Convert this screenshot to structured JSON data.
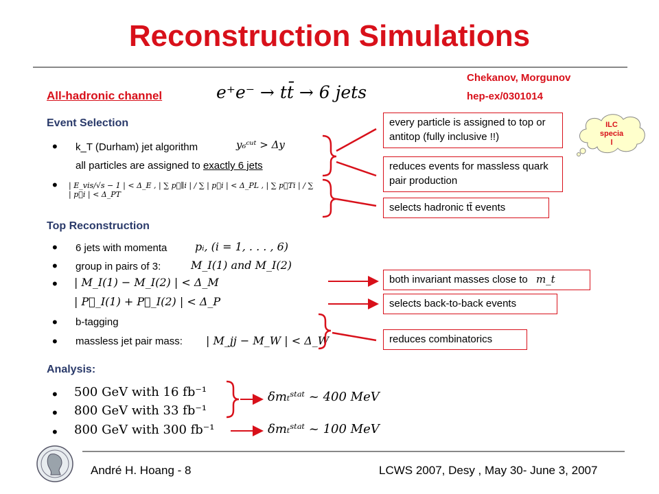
{
  "title": "Reconstruction Simulations",
  "reference": {
    "authors": "Chekanov, Morgunov",
    "arxiv": "hep-ex/0301014"
  },
  "channel": {
    "label": "All-hadronic channel",
    "formula": "e⁺e⁻ → tt̄ → 6 jets"
  },
  "cloud": {
    "lines": [
      "ILC",
      "specia",
      "l"
    ]
  },
  "event_selection": {
    "heading": "Event Selection",
    "bullets": [
      {
        "text_a": "k_T (Durham) jet algorithm",
        "math": "y₆ᶜᵘᵗ > Δy",
        "text_b_pre": "all particles are assigned to ",
        "text_b_u": "exactly 6 jets"
      },
      {
        "math": "| E_vis/√s − 1 | < Δ_E ,   | ∑ p⃗∥i | / ∑ | p⃗i | < Δ_PL ,   | ∑ p⃗Ti | / ∑ | p⃗i | < Δ_PT"
      }
    ],
    "boxes": [
      "every particle is assigned to top or antitop (fully inclusive !!)",
      "reduces events  for massless quark pair production",
      "selects hadronic  tt̄  events"
    ]
  },
  "top_reconstruction": {
    "heading": "Top Reconstruction",
    "bullets": [
      {
        "text": "6 jets with momenta",
        "math": "pᵢ, (i = 1, . . . , 6)"
      },
      {
        "text": "group in pairs of 3:",
        "math": "M_I(1)  and  M_I(2)"
      },
      {
        "text": "",
        "math": "| M_I(1) − M_I(2) | < Δ_M"
      },
      {
        "text": "",
        "math": "| P⃗_I(1) + P⃗_I(2) | < Δ_P"
      },
      {
        "text": "b-tagging",
        "math": ""
      },
      {
        "text": "massless jet pair mass:",
        "math": "| M_jj − M_W | < Δ_W"
      }
    ],
    "boxes": [
      {
        "text": "both invariant masses close to",
        "math": "m_t"
      },
      {
        "text": "selects back-to-back events",
        "math": ""
      },
      {
        "text": "reduces combinatorics",
        "math": ""
      }
    ]
  },
  "analysis": {
    "heading": "Analysis:",
    "bullets": [
      "500 GeV with 16 fb⁻¹",
      "800 GeV with 33 fb⁻¹",
      "800 GeV with 300 fb⁻¹"
    ],
    "results": [
      "δmₜˢᵗᵃᵗ ~ 400 MeV",
      "δmₜˢᵗᵃᵗ ~ 100 MeV"
    ]
  },
  "footer": {
    "author": "André H. Hoang  - 8",
    "conference": "LCWS 2007, Desy ,  May 30- June 3, 2007"
  },
  "colors": {
    "accent": "#d8101a",
    "heading": "#2a3a6a",
    "rule": "#888888"
  }
}
